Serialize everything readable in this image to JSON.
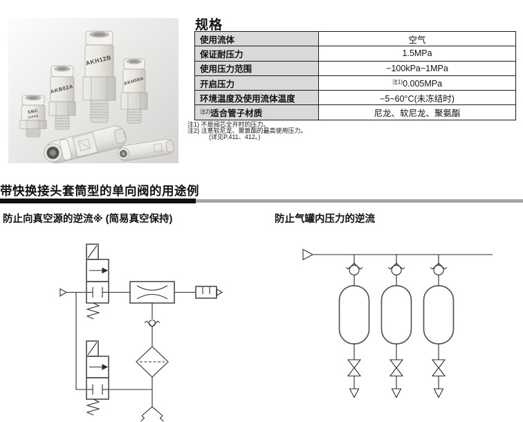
{
  "photo": {
    "fittings": [
      {
        "id": "smc-plug",
        "brand": "SMC",
        "brand_sub": "JAPAN"
      },
      {
        "id": "akb02a",
        "label": "AKB02A"
      },
      {
        "id": "akh12b",
        "label": "AKH12B"
      },
      {
        "id": "akh08a",
        "label": "AKH08A"
      }
    ]
  },
  "spec": {
    "title": "规格",
    "table": {
      "rows": [
        {
          "label": "使用流体",
          "value": "空气"
        },
        {
          "label": "保证耐压力",
          "value": "1.5MPa"
        },
        {
          "label": "使用压力范围",
          "value": "−100kPa~1MPa"
        },
        {
          "label": "开启压力",
          "value_sup": "注1)",
          "value": "0.005MPa"
        },
        {
          "label": "环境温度及使用流体温度",
          "value": "−5~60°C(未冻结时)"
        },
        {
          "label_sup": "注2)",
          "label": "适合管子材质",
          "value": "尼龙、软尼龙、聚氨酯"
        }
      ]
    },
    "notes": [
      "注1) 不是阀芯全开时的压力。",
      "注2) 注意软尼龙、聚氨酯的最高使用压力。",
      "(详见P.411、412。)"
    ]
  },
  "section": {
    "title": "带快换接头套筒型的单向阀的用途例",
    "left_example_title": "防止向真空源的逆流※ (简易真空保持)",
    "right_example_title": "防止气罐内压力的逆流"
  },
  "colors": {
    "table_label_bg": "#d9d9d9",
    "table_border": "#1a1a1a",
    "header_bar_black": "#0d0d0d",
    "header_bar_gray": "#a5a5a5",
    "diagram_line": "#2b2b2b",
    "diagram_component": "#555555"
  }
}
